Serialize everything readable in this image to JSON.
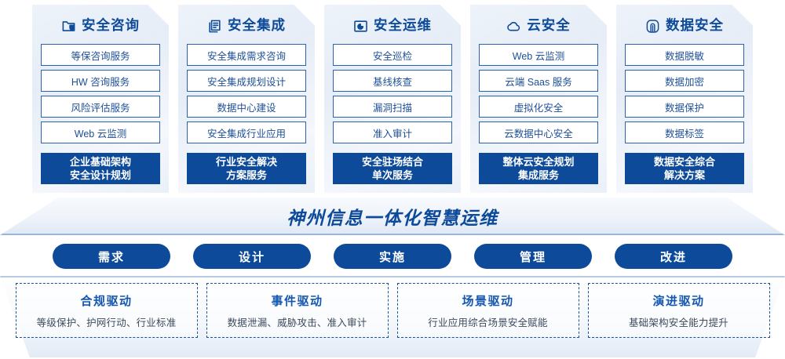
{
  "columns": [
    {
      "icon": "folder-shield-icon",
      "title": "安全咨询",
      "items": [
        "等保咨询服务",
        "HW 咨询服务",
        "风险评估服务",
        "Web 云监测"
      ],
      "summary": [
        "企业基础架构",
        "安全设计规划"
      ]
    },
    {
      "icon": "document-copy-icon",
      "title": "安全集成",
      "items": [
        "安全集成需求咨询",
        "安全集成规划设计",
        "数据中心建设",
        "安全集成行业应用"
      ],
      "summary": [
        "行业安全解决",
        "方案服务"
      ]
    },
    {
      "icon": "folder-chart-icon",
      "title": "安全运维",
      "items": [
        "安全巡检",
        "基线核查",
        "漏洞扫描",
        "准入审计"
      ],
      "summary": [
        "安全驻场结合",
        "单次服务"
      ]
    },
    {
      "icon": "cloud-icon",
      "title": "云安全",
      "items": [
        "Web 云监测",
        "云端 Saas 服务",
        "虚拟化安全",
        "云数据中心安全"
      ],
      "summary": [
        "整体云安全规划",
        "集成服务"
      ]
    },
    {
      "icon": "fingerprint-icon",
      "title": "数据安全",
      "items": [
        "数据脱敏",
        "数据加密",
        "数据保护",
        "数据标签"
      ],
      "summary": [
        "数据安全综合",
        "解决方案"
      ]
    }
  ],
  "banner": {
    "text": "神州信息一体化智慧运维"
  },
  "pills": [
    {
      "label": "需求"
    },
    {
      "label": "设计"
    },
    {
      "label": "实施"
    },
    {
      "label": "管理"
    },
    {
      "label": "改进"
    }
  ],
  "drivers": [
    {
      "title": "合规驱动",
      "desc": "等级保护、护网行动、行业标准"
    },
    {
      "title": "事件驱动",
      "desc": "数据泄漏、威胁攻击、准入审计"
    },
    {
      "title": "场景驱动",
      "desc": "行业应用综合场景安全赋能"
    },
    {
      "title": "演进驱动",
      "desc": "基础架构安全能力提升"
    }
  ],
  "colors": {
    "primary": "#0d4a99",
    "accent": "#1557b0",
    "border": "#2a63ad",
    "panel_bg": "#eef3fa"
  }
}
